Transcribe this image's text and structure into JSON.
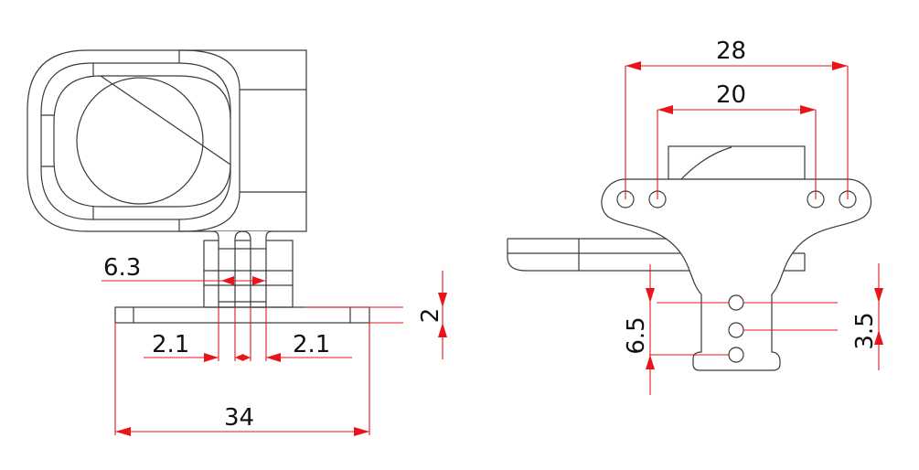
{
  "drawing": {
    "front_view": {
      "dim_slot_pitch": "6.3",
      "dim_slot_left": "2.1",
      "dim_slot_right": "2.1",
      "dim_base_width": "34",
      "dim_base_thickness": "2"
    },
    "side_view": {
      "dim_outer_holes": "28",
      "dim_inner_holes": "20",
      "dim_hole_span": "6.5",
      "dim_hole_pitch": "3.5"
    },
    "colors": {
      "outline": "#3a3a3a",
      "dimension": "#e8151b"
    }
  }
}
